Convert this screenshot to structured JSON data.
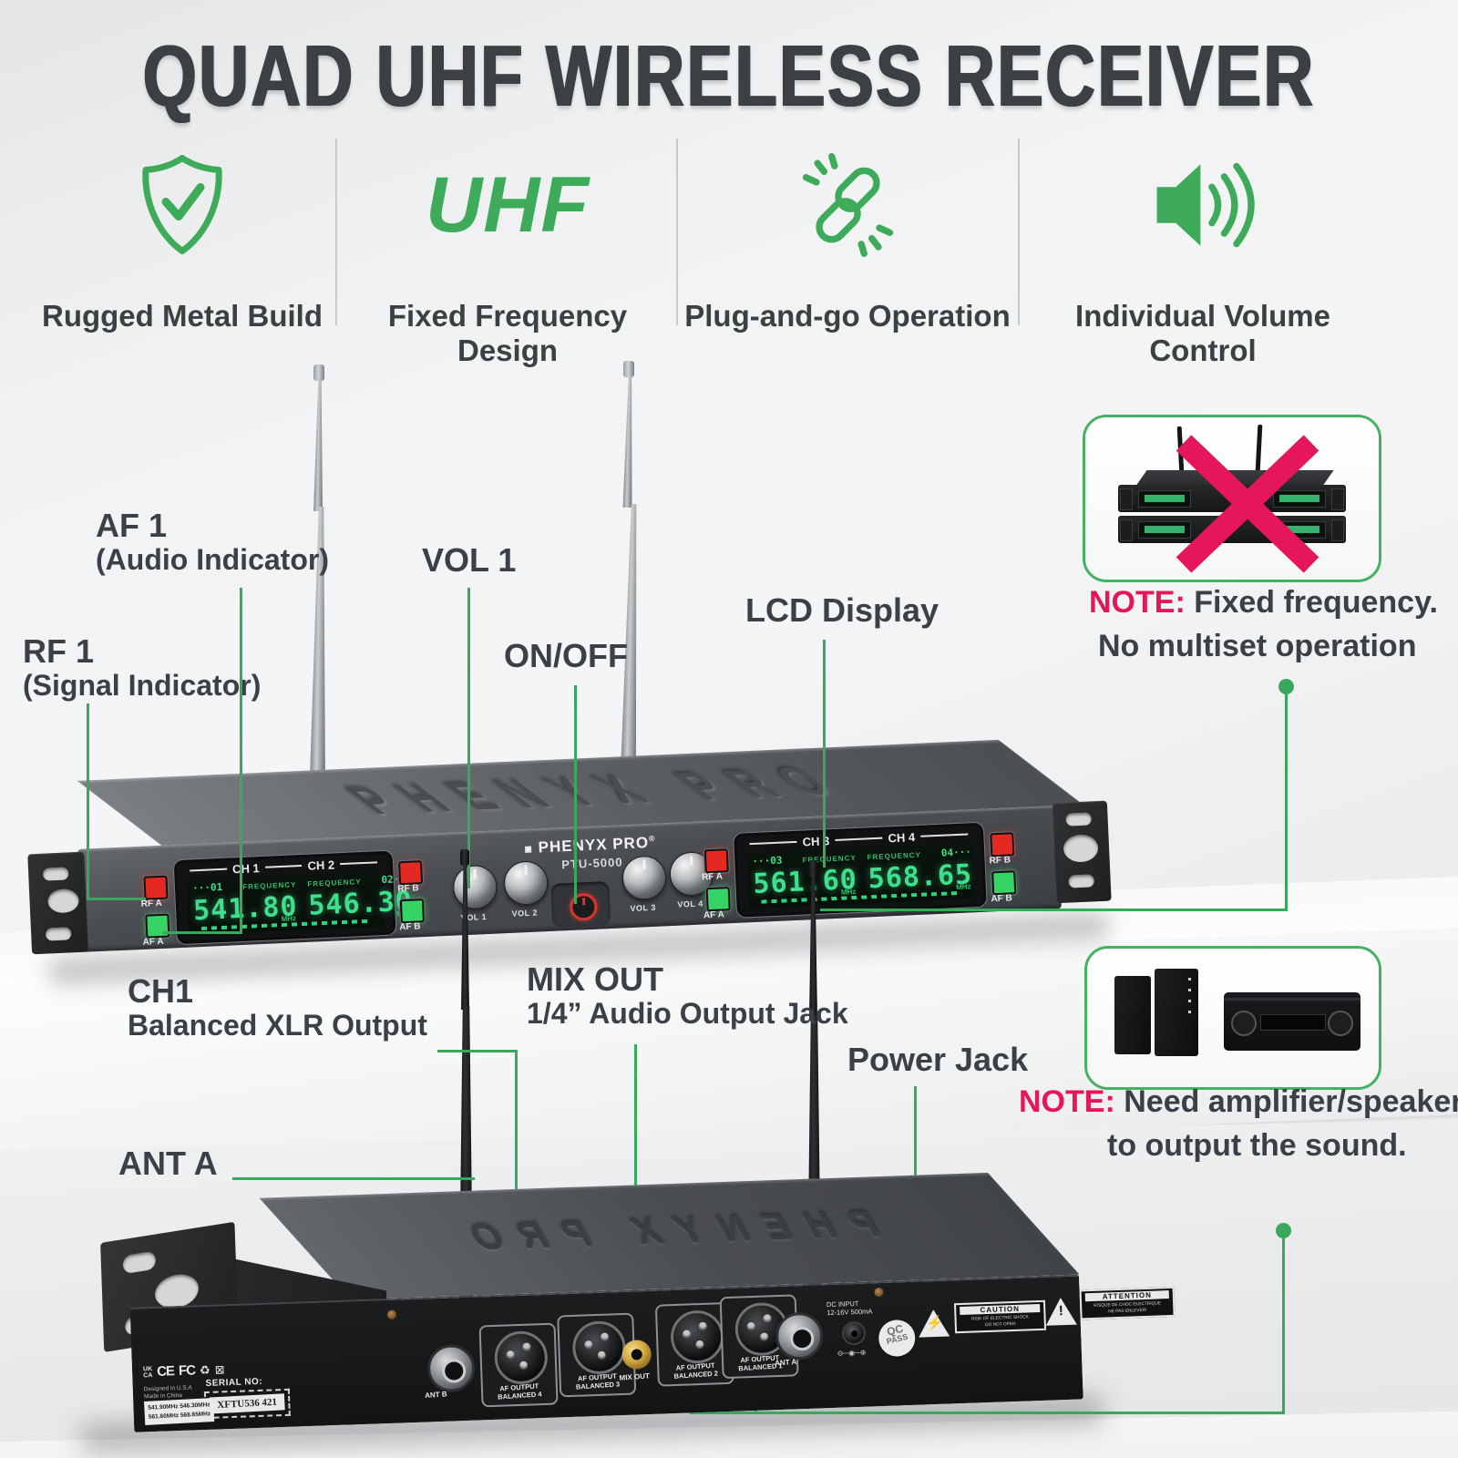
{
  "title": "QUAD UHF WIRELESS RECEIVER",
  "features": [
    {
      "icon": "shield-check-icon",
      "label": "Rugged Metal Build"
    },
    {
      "icon": "uhf-text-icon",
      "icon_text": "UHF",
      "label": "Fixed Frequency Design"
    },
    {
      "icon": "chain-link-icon",
      "label": "Plug-and-go Operation"
    },
    {
      "icon": "speaker-volume-icon",
      "label": "Individual Volume Control"
    }
  ],
  "callouts": {
    "af1": {
      "line1": "AF 1",
      "line2": "(Audio Indicator)"
    },
    "rf1": {
      "line1": "RF 1",
      "line2": "(Signal Indicator)"
    },
    "vol1": "VOL 1",
    "onoff": "ON/OFF",
    "lcd": "LCD Display",
    "ch1": {
      "line1": "CH1",
      "line2": "Balanced XLR Output"
    },
    "mixout": {
      "line1": "MIX OUT",
      "line2": "1/4” Audio Output Jack"
    },
    "power_jack": "Power Jack",
    "ant_a": "ANT A"
  },
  "notes": {
    "top": {
      "prefix": "NOTE:",
      "line1": " Fixed frequency.",
      "line2": "No multiset operation"
    },
    "bottom": {
      "prefix": "NOTE:",
      "line1": " Need amplifier/speaker",
      "line2": "to output the sound."
    }
  },
  "front": {
    "emboss": "PHENYX PRO",
    "brand": "PHENYX PRO",
    "brand_reg": "®",
    "model": "PTU-5000",
    "channels": [
      {
        "bezel": "CH 1",
        "num": "···01",
        "flabel": "FREQUENCY",
        "freq": "541.80",
        "unit": "MHz"
      },
      {
        "bezel": "CH 2",
        "num": "02···",
        "flabel": "FREQUENCY",
        "freq": "546.30",
        "unit": "MHz"
      },
      {
        "bezel": "CH 3",
        "num": "···03",
        "flabel": "FREQUENCY",
        "freq": "561.60",
        "unit": "MHz"
      },
      {
        "bezel": "CH 4",
        "num": "04···",
        "flabel": "FREQUENCY",
        "freq": "568.65",
        "unit": "MHz"
      }
    ],
    "indicators": {
      "rf_a": "RF A",
      "af_a": "AF A",
      "rf_b": "RF B",
      "af_b": "AF B"
    },
    "knobs": [
      "VOL 1",
      "VOL 2",
      "VOL 3",
      "VOL 4"
    ]
  },
  "rear": {
    "emboss": "PHENYX PRO",
    "certs": {
      "uk": "UK",
      "ca": "CA",
      "ce": "CE",
      "fcc": "FC",
      "recycle": "♻",
      "weee": "⊠"
    },
    "designed": "Designed in U.S.A",
    "made": "Made in China",
    "serial_label": "SERIAL NO:",
    "serial_value": "XFTU536 421",
    "freq_sticker_line1": "541.90MHz  546.30MHz",
    "freq_sticker_line2": "561.60MHz  568.65MHz",
    "ports": [
      {
        "l1": "ANT B",
        "l2": ""
      },
      {
        "l1": "AF OUTPUT",
        "l2": "BALANCED 4"
      },
      {
        "l1": "AF OUTPUT",
        "l2": "BALANCED 3"
      },
      {
        "l1": "MIX OUT",
        "l2": ""
      },
      {
        "l1": "AF OUTPUT",
        "l2": "BALANCED 2"
      },
      {
        "l1": "AF OUTPUT",
        "l2": "BALANCED 1"
      },
      {
        "l1": "ANT A",
        "l2": ""
      }
    ],
    "dc": {
      "line1": "DC INPUT",
      "line2": "12-16V  500mA",
      "polarity": "⊖─◉─⊕"
    },
    "qc": {
      "line1": "QC",
      "line2": "PASS"
    },
    "caution": {
      "title": "CAUTION",
      "body1": "RISK OF ELECTRIC SHOCK",
      "body2": "DO NOT OPEN"
    },
    "attention": {
      "title": "ATTENTION",
      "body1": "RISQUE DE CHOC ELECTRIQUE",
      "body2": "NE PAS ENLEVER!"
    }
  },
  "colors": {
    "accent_green": "#3DAB5A",
    "note_red": "#E5175A",
    "text_dark": "#3A4045",
    "lcd_green": "#3FE08C"
  }
}
